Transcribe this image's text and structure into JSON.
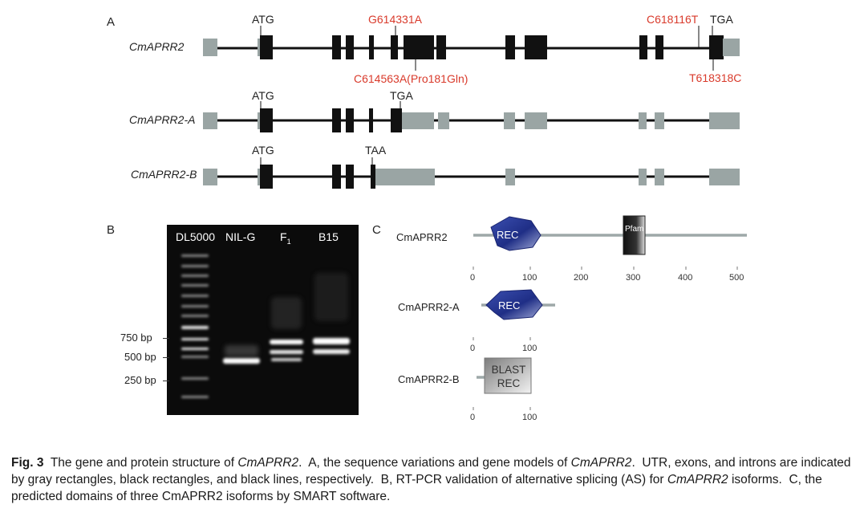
{
  "panels": {
    "a": "A",
    "b": "B",
    "c": "C"
  },
  "panel_a": {
    "genes": [
      {
        "name": "CmAPRR2",
        "start_codon": "ATG",
        "stop_codon": "TGA"
      },
      {
        "name": "CmAPRR2-A",
        "start_codon": "ATG",
        "stop_codon": "TGA"
      },
      {
        "name": "CmAPRR2-B",
        "start_codon": "ATG",
        "stop_codon": "TAA"
      }
    ],
    "mutations": {
      "top_left": "G614331A",
      "top_right": "C618116T",
      "bottom_left": "C614563A(Pro181Gln)",
      "bottom_right": "T618318C"
    },
    "colors": {
      "utr": "#9aa5a4",
      "exon": "#111111",
      "intron": "#111111",
      "mutation": "#d93a2b"
    }
  },
  "panel_b": {
    "lanes": [
      "DL5000",
      "NIL-G",
      "F",
      "B15"
    ],
    "f_subscript": "1",
    "size_markers": [
      "750 bp",
      "500 bp",
      "250 bp"
    ]
  },
  "panel_c": {
    "proteins": [
      {
        "name": "CmAPRR2",
        "domains": [
          "REC",
          "Pfam"
        ],
        "ticks": [
          "0",
          "100",
          "200",
          "300",
          "400",
          "500"
        ]
      },
      {
        "name": "CmAPRR2-A",
        "domains": [
          "REC"
        ],
        "ticks": [
          "0",
          "100"
        ]
      },
      {
        "name": "CmAPRR2-B",
        "domains": [
          "BLAST",
          "REC"
        ],
        "ticks": [
          "0",
          "100"
        ]
      }
    ]
  },
  "caption": {
    "fig": "Fig. 3",
    "s1": "  The gene and protein structure of ",
    "i1": "CmAPRR2",
    "s2": ".  A, the sequence variations and gene models of ",
    "i2": "CmAPRR2",
    "s3": ".  UTR, exons, and introns are indicated by gray rectangles, black rectangles, and black lines, respectively.  B, RT-PCR validation of alternative splicing (AS) for ",
    "i3": "CmAPRR2",
    "s4": " isoforms.  C, the predicted domains of three CmAPRR2 isoforms by SMART software."
  }
}
